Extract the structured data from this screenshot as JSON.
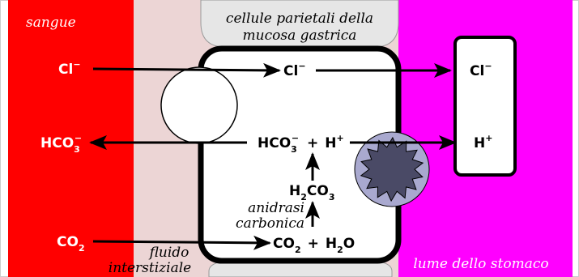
{
  "colors": {
    "blood": "#ff0000",
    "interstitial": "#ecd5d5",
    "lumen": "#ff00ff",
    "mucosa": "#e6e6e6",
    "cell_border": "#000000",
    "pump": "#a9a9cf",
    "pump_inner": "#4a4a66"
  },
  "regions": {
    "blood_label": "sangue",
    "interstitial_label_line1": "fluido",
    "interstitial_label_line2": "interstiziale",
    "mucosa_label_line1": "cellule parietali della",
    "mucosa_label_line2": "mucosa gastrica",
    "lumen_label": "lume dello stomaco"
  },
  "species": {
    "chloride": "Cl",
    "chloride_charge": "−",
    "bicarbonate": "HCO",
    "bicarbonate_sub": "3",
    "bicarbonate_charge": "−",
    "proton": "H",
    "proton_charge": "+",
    "co2_base": "CO",
    "co2_sub": "2",
    "water_base": "H",
    "water_sub": "2",
    "water_tail": "O",
    "carbonic_a": "H",
    "carbonic_a_sub": "2",
    "carbonic_b": "CO",
    "carbonic_b_sub": "3",
    "plus": "+"
  },
  "enzyme": {
    "line1": "anidrasi",
    "line2": "carbonica"
  },
  "icons": [
    "exchanger-channel-icon",
    "proton-pump-icon"
  ]
}
